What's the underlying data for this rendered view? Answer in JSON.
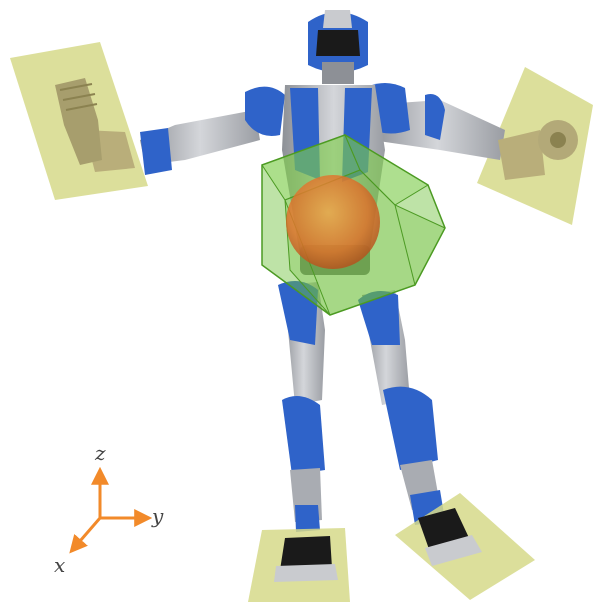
{
  "scene": {
    "subject": "humanoid-robot",
    "colors": {
      "robot_blue": "#2f63c9",
      "robot_blue_dark": "#1e4394",
      "robot_gray": "#a9acb2",
      "robot_gray_light": "#d4d6da",
      "robot_black": "#1a1a1a",
      "contact_patch": "#d6d98a",
      "polytope_green": "#6fc13c",
      "ellipsoid_orange": "#e0702a",
      "axis_orange": "#f28a2a"
    }
  },
  "axes": {
    "x_label": "x",
    "y_label": "y",
    "z_label": "z"
  }
}
